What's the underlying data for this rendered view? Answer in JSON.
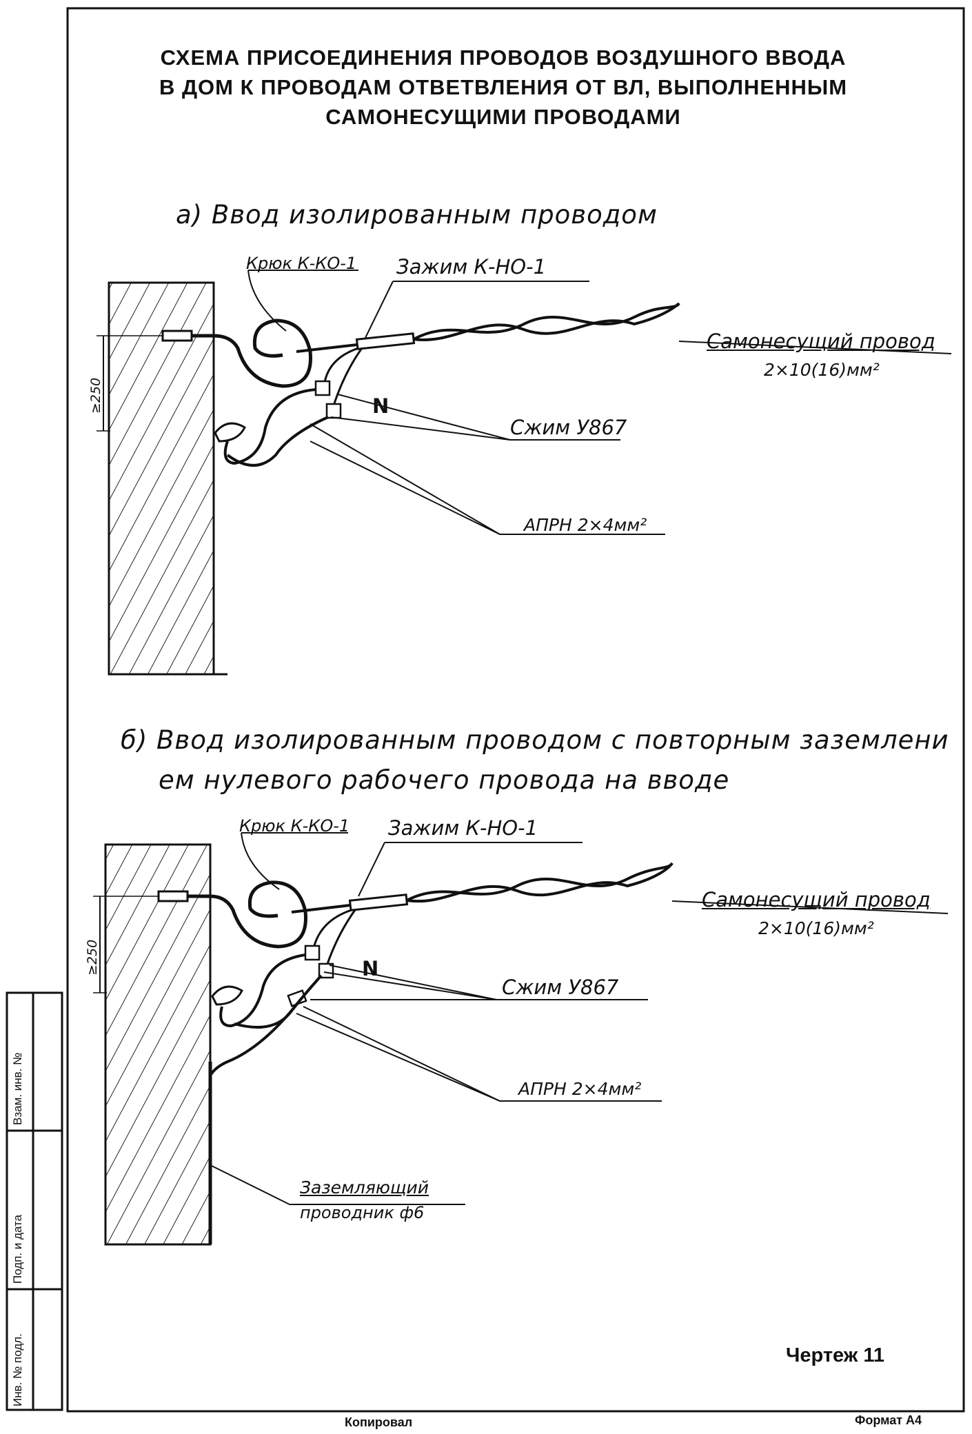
{
  "title": {
    "line1": "СХЕМА ПРИСОЕДИНЕНИЯ ПРОВОДОВ ВОЗДУШНОГО ВВОДА",
    "line2": "В ДОМ К ПРОВОДАМ ОТВЕТВЛЕНИЯ ОТ ВЛ, ВЫПОЛНЕННЫМ",
    "line3": "САМОНЕСУЩИМИ ПРОВОДАМИ"
  },
  "section_a": {
    "heading": "а) Ввод изолированным проводом",
    "hook": "Крюк К-КО-1",
    "clamp": "Зажим К-НО-1",
    "cable": "Самонесущий провод",
    "cable_spec": "2×10(16)мм²",
    "neutral": "N",
    "compressor": "Сжим У867",
    "wire": "АПРН 2×4мм²",
    "dimension": "≥250"
  },
  "section_b": {
    "heading_line1": "б) Ввод изолированным проводом с повторным заземлени",
    "heading_line2": "ем нулевого рабочего провода на вводе",
    "hook": "Крюк К-КО-1",
    "clamp": "Зажим К-НО-1",
    "cable": "Самонесущий провод",
    "cable_spec": "2×10(16)мм²",
    "neutral": "N",
    "compressor": "Сжим У867",
    "wire": "АПРН 2×4мм²",
    "dimension": "≥250",
    "ground": "Заземляющий",
    "ground_spec": "проводник ф6"
  },
  "stamp": {
    "cell1": "Инв. № подл.",
    "cell2": "Подп. и дата",
    "cell3": "Взам. инв. №"
  },
  "drawing_number": "Чертеж 11",
  "footer": {
    "copied": "Копировал",
    "format": "Формат А4"
  }
}
